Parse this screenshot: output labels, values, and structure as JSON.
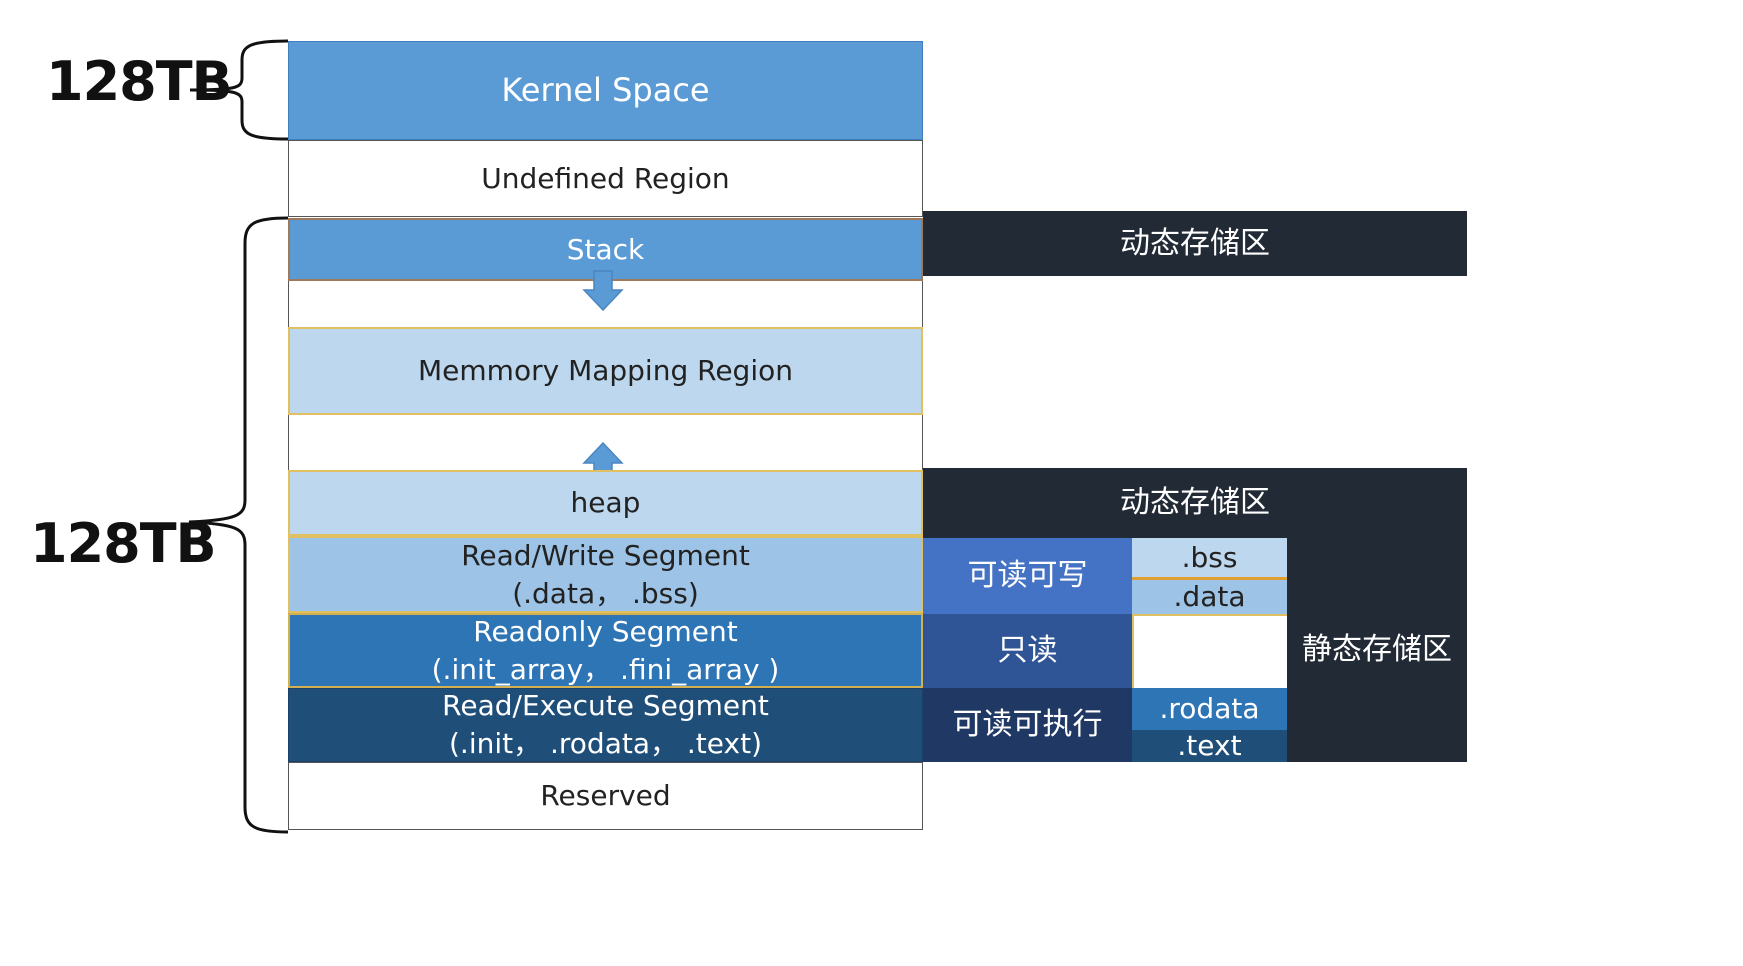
{
  "size_labels": {
    "top": "128TB",
    "bottom": "128TB"
  },
  "segments": {
    "kernel": "Kernel Space",
    "undefined": "Undefined Region",
    "stack": "Stack",
    "mmap": "Memmory Mapping Region",
    "heap": "heap",
    "rw": {
      "line1": "Read/Write Segment",
      "line2": "(.data，  .bss)"
    },
    "ro": {
      "line1": "Readonly Segment",
      "line2": "(.init_array，   .fini_array )"
    },
    "rx": {
      "line1": "Read/Execute Segment",
      "line2": "(.init，  .rodata，  .text)"
    },
    "reserved": "Reserved"
  },
  "storage": {
    "dynamic_top": "动态存储区",
    "dynamic_heap": "动态存储区",
    "static": "静态存储区",
    "perm_rw": "可读可写",
    "perm_ro": "只读",
    "perm_rx": "可读可执行"
  },
  "sections": {
    "bss": ".bss",
    "data": ".data",
    "rodata": ".rodata",
    "text": ".text"
  },
  "colors": {
    "kernel": "#5b9bd5",
    "stack": "#5b9bd5",
    "mmap": "#bdd7ee",
    "heap": "#bdd7ee",
    "rw": "#9dc3e6",
    "ro": "#2e75b6",
    "rx": "#1f4e79",
    "dark": "#222a35",
    "perm_rw": "#4472c4",
    "perm_ro": "#2f5597",
    "perm_rx": "#1f3864"
  },
  "icons": [
    "brace-top-icon",
    "brace-bottom-icon",
    "arrow-down-icon",
    "arrow-up-icon"
  ]
}
